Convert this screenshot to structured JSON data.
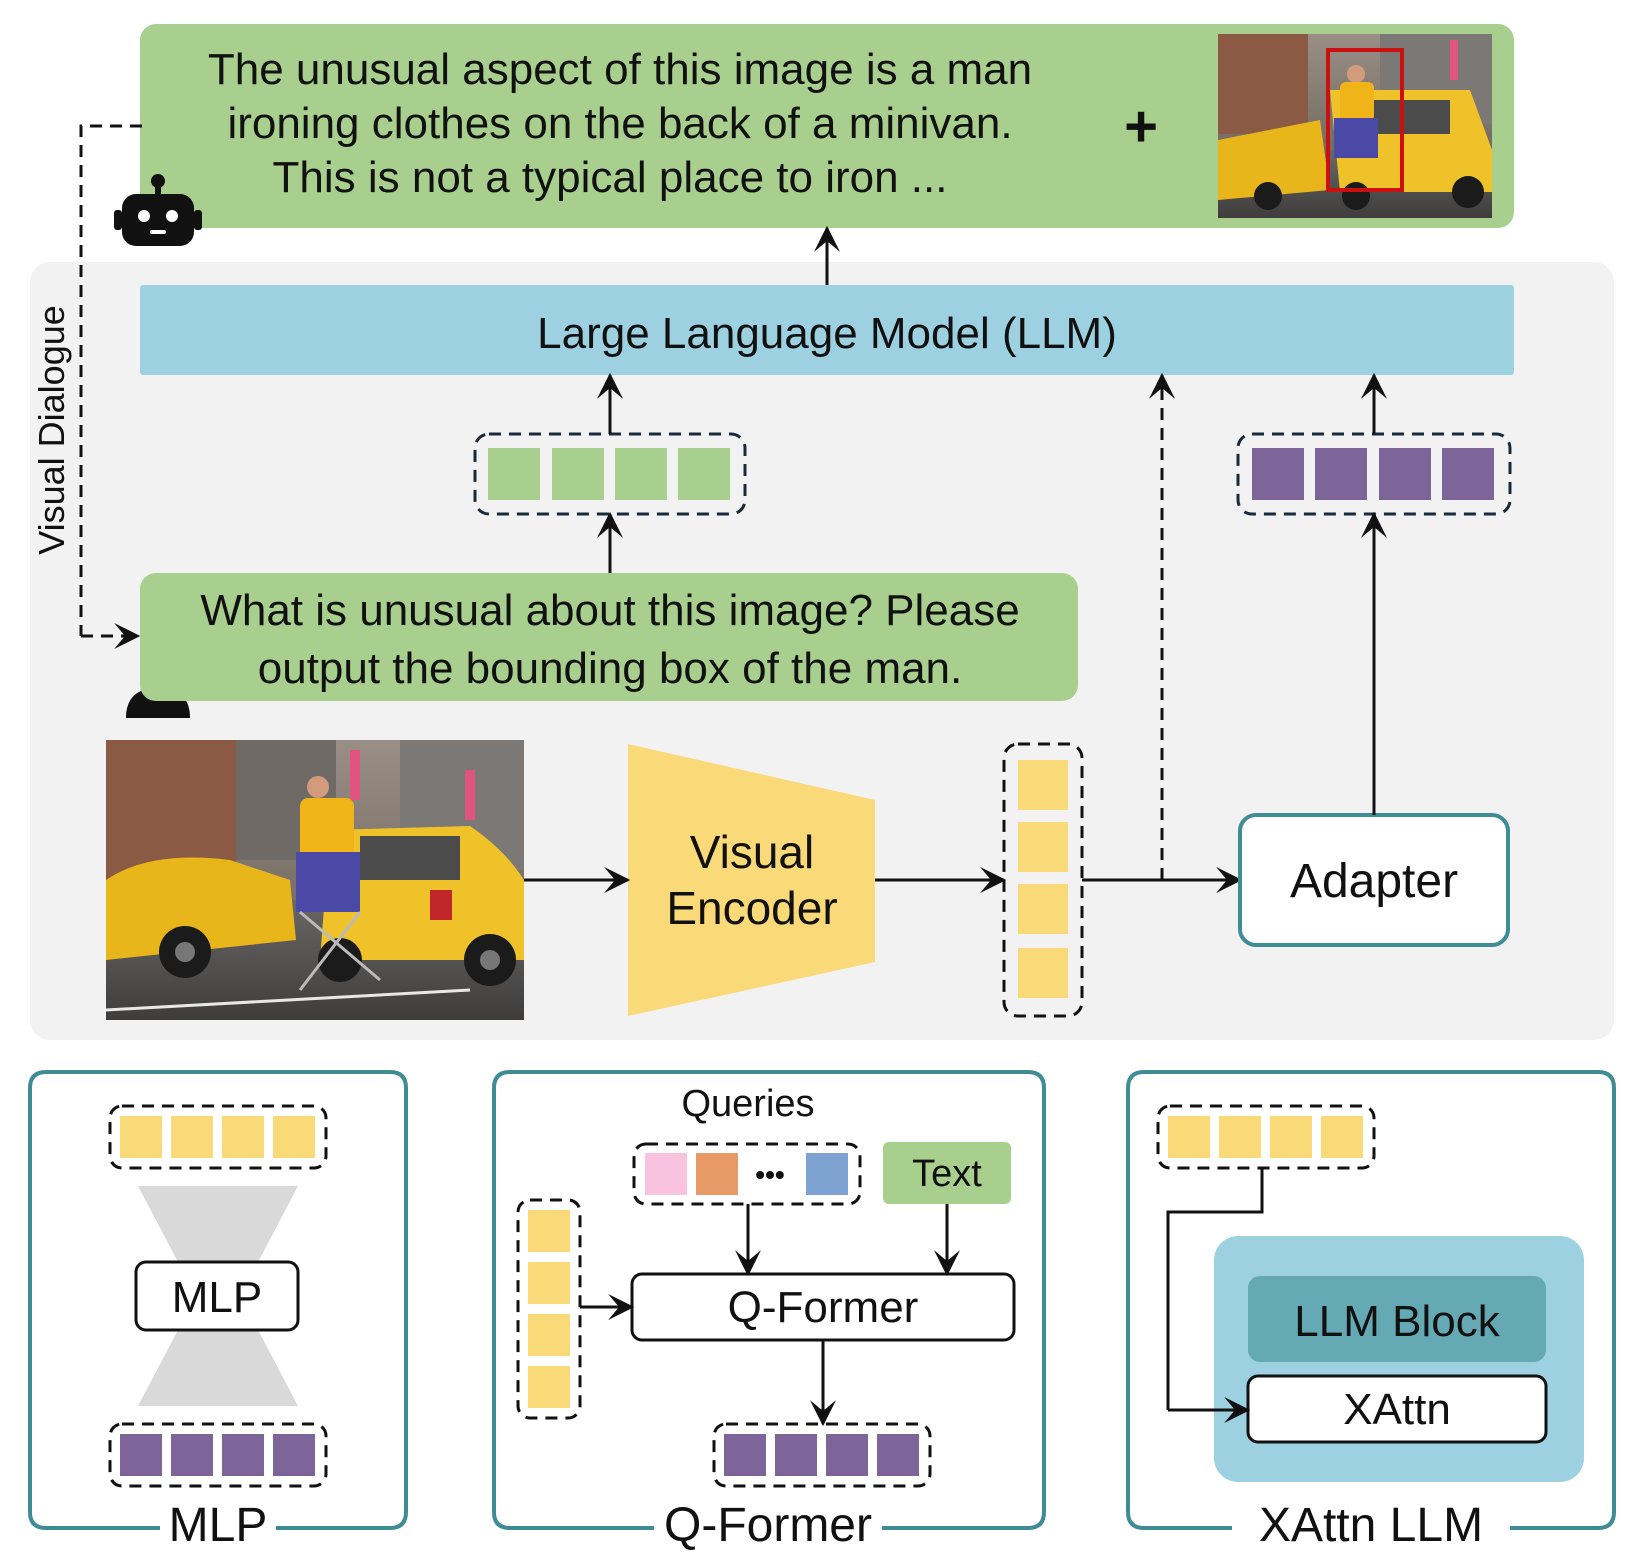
{
  "response": {
    "lines": [
      "The unusual aspect of this image is a man",
      "ironing clothes on the back of a minivan.",
      "This is not a typical place to iron ..."
    ],
    "plus": "+"
  },
  "llm_label": "Large Language Model (LLM)",
  "side_label": "Visual Dialogue",
  "question": {
    "lines": [
      "What is unusual about this image? Please",
      "output the bounding box of the man."
    ]
  },
  "encoder_label": {
    "line1": "Visual",
    "line2": "Encoder"
  },
  "adapter_label": "Adapter",
  "panels": {
    "mlp": {
      "title": "MLP",
      "block": "MLP"
    },
    "qformer": {
      "title": "Q-Former",
      "queries": "Queries",
      "text": "Text",
      "block": "Q-Former",
      "ellipsis": "•••"
    },
    "xattn": {
      "title": "XAttn LLM",
      "llm_block": "LLM Block",
      "xattn_block": "XAttn"
    }
  },
  "colors": {
    "green": "#a8cf8e",
    "blue": "#9dd1e2",
    "yellow": "#fad978",
    "purple": "#7d6599",
    "teal": "#3f8c97",
    "panel_bg": "#f2f2f2",
    "llm_block": "#64a9b3",
    "gray_shape": "#d9d9d9",
    "query_pink": "#f9c3df",
    "query_orange": "#e89a66",
    "query_blue": "#7ea3d3",
    "bbox_red": "#cc1010"
  }
}
